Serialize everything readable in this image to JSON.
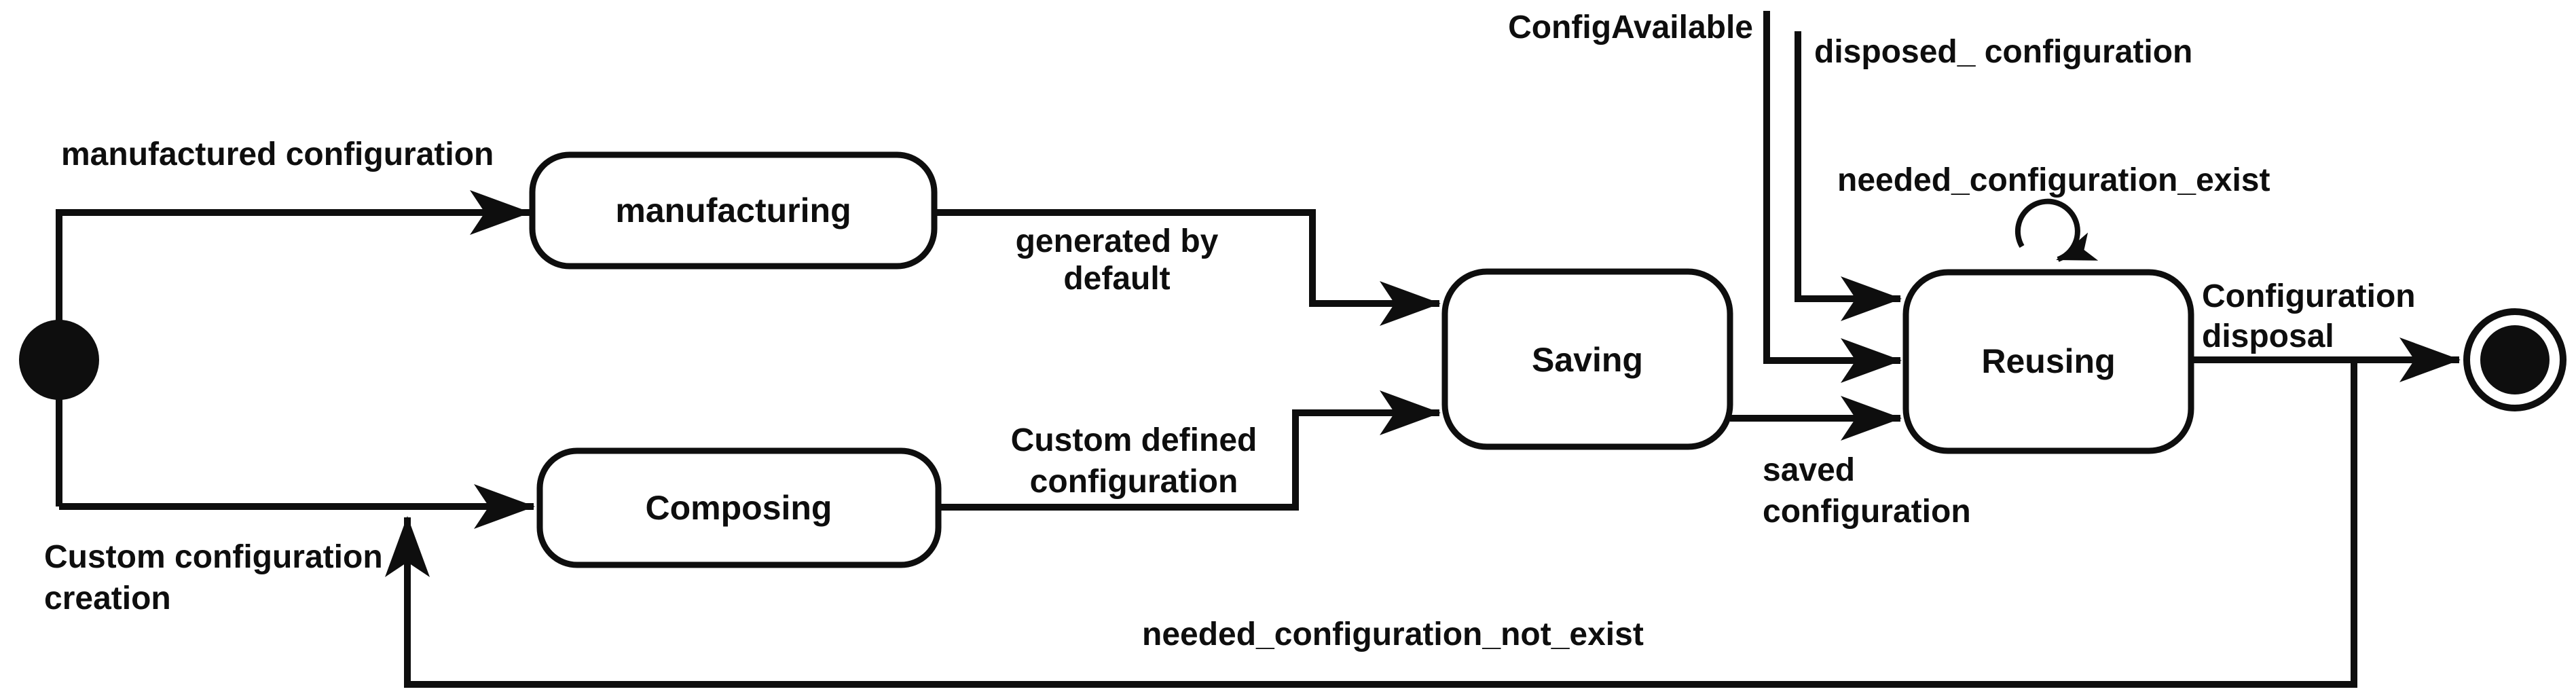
{
  "diagram": {
    "type": "uml-state-machine",
    "background_color": "#ffffff",
    "line_color": "#0e0e0e",
    "states": {
      "initial": {
        "kind": "initial-pseudostate",
        "label": ""
      },
      "manufacturing": {
        "kind": "state",
        "label": "manufacturing"
      },
      "composing": {
        "kind": "state",
        "label": "Composing"
      },
      "saving": {
        "kind": "state",
        "label": "Saving"
      },
      "reusing": {
        "kind": "state",
        "label": "Reusing"
      },
      "final": {
        "kind": "final-state",
        "label": ""
      }
    },
    "transitions": [
      {
        "from": "initial",
        "to": "manufacturing",
        "label": "manufactured configuration"
      },
      {
        "from": "initial",
        "to": "composing",
        "label": "Custom configuration creation"
      },
      {
        "from": "manufacturing",
        "to": "saving",
        "label": "generated by default"
      },
      {
        "from": "composing",
        "to": "saving",
        "label": "Custom defined configuration"
      },
      {
        "from": "outside-top",
        "to": "reusing",
        "label": "ConfigAvailable"
      },
      {
        "from": "outside-top",
        "to": "reusing",
        "label": "disposed_ configuration"
      },
      {
        "from": "saving",
        "to": "reusing",
        "label": "saved configuration"
      },
      {
        "from": "reusing",
        "to": "reusing",
        "label": "needed_configuration_exist"
      },
      {
        "from": "reusing",
        "to": "final",
        "label": "Configuration disposal"
      },
      {
        "from": "reusing",
        "to": "composing",
        "label": "needed_configuration_not_exist"
      }
    ],
    "labels": {
      "manufactured": "manufactured configuration",
      "generated_by_line1": "generated by",
      "generated_by_line2": "default",
      "custom_defined_line1": "Custom defined",
      "custom_defined_line2": "configuration",
      "custom_creation_line1": "Custom configuration",
      "custom_creation_line2": "creation",
      "config_available": "ConfigAvailable",
      "disposed": "disposed_ configuration",
      "needed_exist": "needed_configuration_exist",
      "saved_line1": "saved",
      "saved_line2": "configuration",
      "disposal_line1": "Configuration",
      "disposal_line2": "disposal",
      "needed_not_exist": "needed_configuration_not_exist"
    }
  }
}
